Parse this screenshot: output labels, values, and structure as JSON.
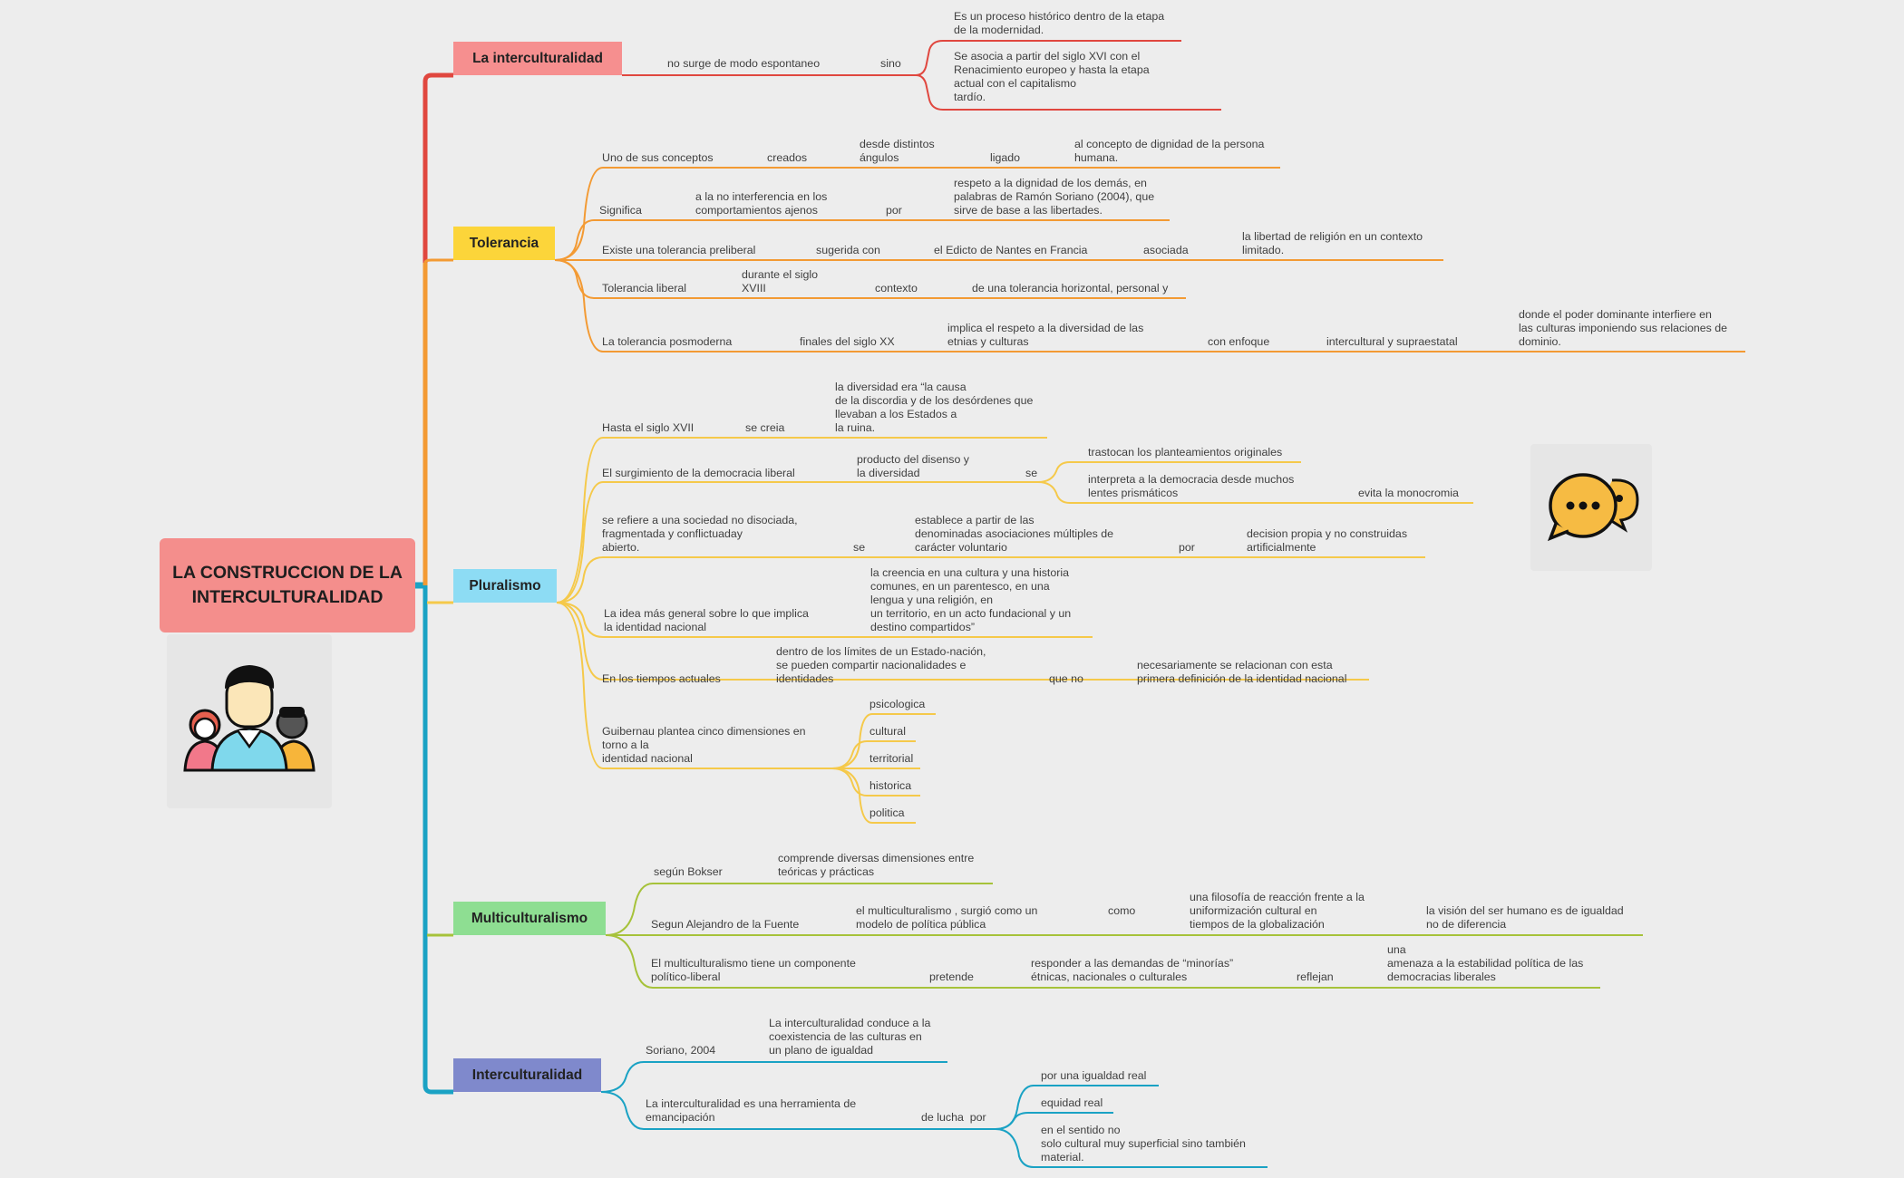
{
  "title": "LA CONSTRUCCION DE LA INTERCULTURALIDAD",
  "colors": {
    "red": "#e0473f",
    "orange": "#f39a33",
    "yellow": "#f5c94a",
    "green": "#a6c23a",
    "blue": "#1aa2c4",
    "box_red": "#f68f8f",
    "box_yellow": "#fcd53a",
    "box_cyan": "#8ddcf4",
    "box_green": "#8ede92",
    "box_indigo": "#7f89cc"
  },
  "illustrations": [
    "people-icon",
    "chat-bubbles-icon"
  ],
  "branches": {
    "interculturalidad_top": {
      "label": "La interculturalidad",
      "nodes": {
        "n1": "no surge de modo espontaneo",
        "n2": "sino",
        "n3": "Es un proceso histórico dentro de la etapa\nde la modernidad.",
        "n4": "Se asocia a partir del siglo XVI con el\nRenacimiento europeo y hasta la etapa\nactual con el capitalismo\ntardío."
      }
    },
    "tolerancia": {
      "label": "Tolerancia",
      "nodes": {
        "r1a": "Uno de sus conceptos",
        "r1b": "creados",
        "r1c": "desde distintos\nángulos",
        "r1d": "ligado",
        "r1e": "al concepto de dignidad de la persona\nhumana.",
        "r2a": "Significa",
        "r2b": "a la no interferencia en los\ncomportamientos ajenos",
        "r2c": "por",
        "r2d": "respeto a la dignidad de los demás, en\npalabras de Ramón Soriano (2004), que\nsirve de base a las libertades.",
        "r3a": "Existe una tolerancia preliberal",
        "r3b": "sugerida con",
        "r3c": "el Edicto de Nantes en Francia",
        "r3d": "asociada",
        "r3e": "la libertad de religión en un contexto\nlimitado.",
        "r4a": "Tolerancia liberal",
        "r4b": "durante el siglo\nXVIII",
        "r4c": "contexto",
        "r4d": "de una tolerancia horizontal, personal y",
        "r5a": "La tolerancia posmoderna",
        "r5b": "finales del siglo XX",
        "r5c": "implica el respeto a la diversidad de las\netnias y culturas",
        "r5d": "con enfoque",
        "r5e": "intercultural y supraestatal",
        "r5f": "donde el poder dominante interfiere en\nlas culturas imponiendo sus relaciones de\ndominio."
      }
    },
    "pluralismo": {
      "label": "Pluralismo",
      "nodes": {
        "p1a": "Hasta el siglo XVII",
        "p1b": "se creia",
        "p1c": "la diversidad era “la causa\nde la discordia y de los desórdenes que\nllevaban a los Estados a\nla ruina.",
        "p2a": "El surgimiento de la democracia liberal",
        "p2b": "producto del disenso y\nla diversidad",
        "p2c": "se",
        "p2d": "trastocan los planteamientos originales",
        "p2e": "interpreta a la democracia desde muchos\nlentes prismáticos",
        "p2f": "evita la monocromia",
        "p3a": "se refiere a una sociedad no disociada,\nfragmentada y conflictuaday\nabierto.",
        "p3b": "se",
        "p3c": "establece a partir de las\ndenominadas asociaciones múltiples de\ncarácter voluntario",
        "p3d": "por",
        "p3e": "decision propia y no construidas\nartificialmente",
        "p4a": "La idea más general sobre lo que implica\nla identidad nacional",
        "p4b": "la creencia en una cultura y una historia\ncomunes, en un parentesco, en una\nlengua y una religión, en\nun territorio, en un acto fundacional y un\ndestino compartidos”",
        "p5a": "En los tiempos actuales",
        "p5b": "dentro de los límites de un Estado-nación,\nse pueden compartir nacionalidades e\nidentidades",
        "p5c": "que no",
        "p5d": "necesariamente se relacionan con esta\nprimera definición de la identidad nacional",
        "p6a": "Guibernau plantea cinco dimensiones en\ntorno a la\nidentidad nacional",
        "p6b": "psicologica",
        "p6c": "cultural",
        "p6d": "territorial",
        "p6e": "historica",
        "p6f": "politica"
      }
    },
    "multiculturalismo": {
      "label": "Multiculturalismo",
      "nodes": {
        "m1a": "según Bokser",
        "m1b": "comprende diversas dimensiones entre\nteóricas y prácticas",
        "m2a": "Segun Alejandro de la Fuente",
        "m2b": "el multiculturalismo , surgió como un\nmodelo de política pública",
        "m2c": "como",
        "m2d": "una filosofía de reacción frente a la\nuniformización cultural en\ntiempos de la globalización",
        "m2e": "la visión del ser humano es de igualdad\nno de diferencia",
        "m3a": "El multiculturalismo tiene un componente\npolítico-liberal",
        "m3b": "pretende",
        "m3c": "responder a las demandas de “minorías”\nétnicas, nacionales o culturales",
        "m3d": "reflejan",
        "m3e": "una\namenaza a la estabilidad política de las\ndemocracias liberales"
      }
    },
    "interculturalidad": {
      "label": "Interculturalidad",
      "nodes": {
        "i1a": "Soriano, 2004",
        "i1b": "La interculturalidad conduce a la\ncoexistencia de las culturas en\nun plano de igualdad",
        "i2a": "La interculturalidad es una herramienta de\nemancipación",
        "i2b": "de lucha  por",
        "i2c": "por una igualdad real",
        "i2d": "equidad real",
        "i2e": "en el sentido no\nsolo cultural muy superficial sino también\nmaterial."
      }
    }
  }
}
